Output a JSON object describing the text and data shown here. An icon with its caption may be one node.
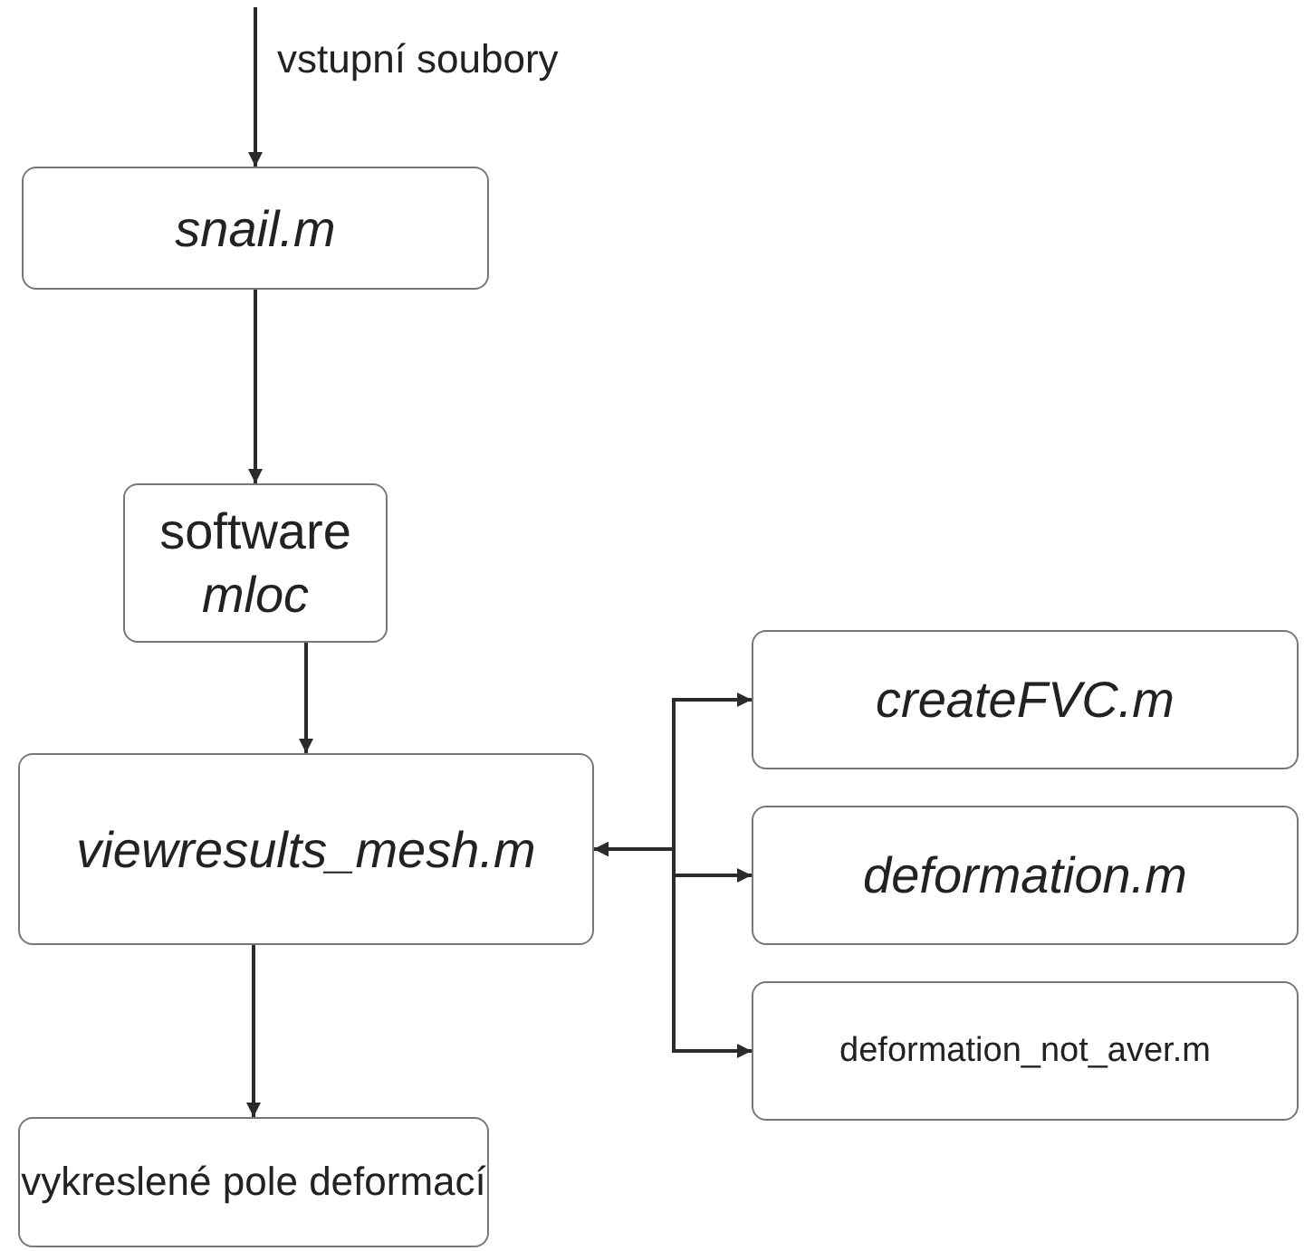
{
  "diagram": {
    "nodes": [
      {
        "text": [
          "snail.m"
        ]
      },
      {
        "text": [
          "software *mloc*"
        ]
      },
      {
        "text": [
          "viewresults_mesh.m"
        ]
      },
      {
        "text": [
          "createFVC.m"
        ]
      },
      {
        "text": [
          "deformation.m"
        ]
      },
      {
        "text": [
          "deformation_not_aver.m"
        ]
      },
      {
        "text": [
          "vykreslené pole deformací"
        ]
      }
    ],
    "edges": [
      {
        "from": null,
        "to": 0,
        "arrow": "to",
        "label": "vstupní soubory"
      },
      {
        "from": 0,
        "to": 1,
        "arrow": "to"
      },
      {
        "from": 1,
        "to": 2,
        "arrow": "to"
      },
      {
        "from": 2,
        "to": 6,
        "arrow": "to"
      },
      {
        "from": 2,
        "to": 3,
        "arrow": "both"
      },
      {
        "from": 2,
        "to": 4,
        "arrow": "both"
      },
      {
        "from": 2,
        "to": 5,
        "arrow": "both"
      }
    ]
  }
}
